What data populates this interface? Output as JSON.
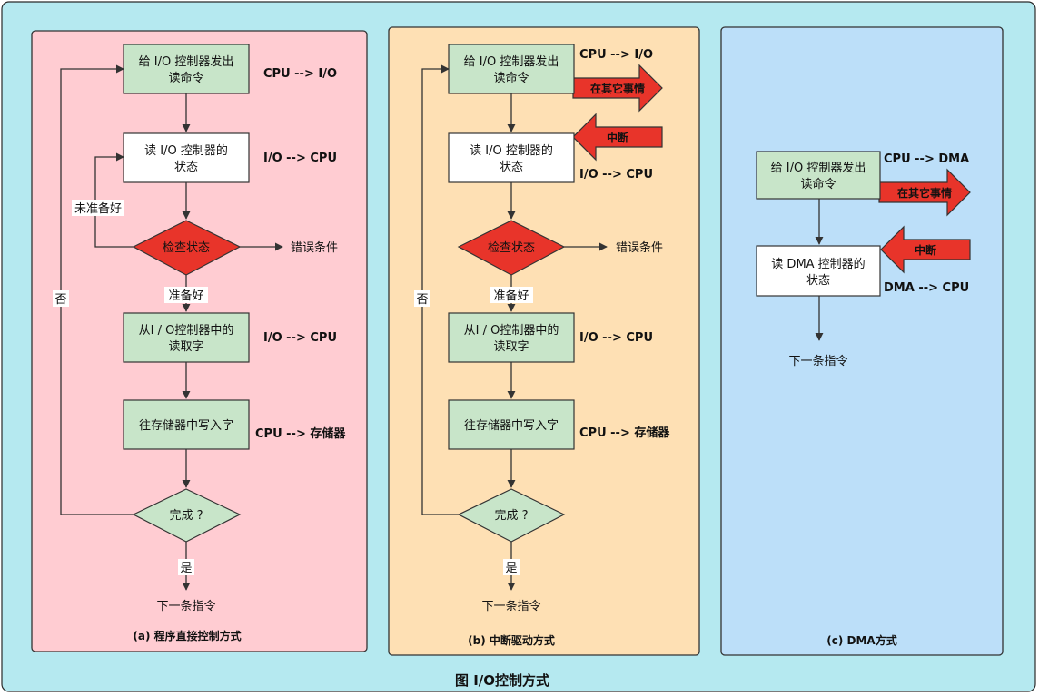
{
  "figure_title": "图 I/O控制方式",
  "colors": {
    "outer_bg": "#b5e9f0",
    "panel_a": "#ffccd2",
    "panel_b": "#fee0b4",
    "panel_c": "#bcdff9",
    "green_box": "#c8e5c9",
    "red": "#e8342a"
  },
  "panel_a": {
    "caption": "(a) 程序直接控制方式",
    "box1": [
      "给 I/O 控制器发出",
      "读命令"
    ],
    "box2": [
      "读 I/O 控制器的",
      "状态"
    ],
    "check": "检查状态",
    "error": "错误条件",
    "not_ready": "未准备好",
    "ready": "准备好",
    "box3": [
      "从I / O控制器中的",
      "读取字"
    ],
    "box4": "往存储器中写入字",
    "done": "完成 ?",
    "no": "否",
    "yes": "是",
    "next": "下一条指令",
    "lbl1": "CPU --> I/O",
    "lbl2": "I/O --> CPU",
    "lbl3": "I/O --> CPU",
    "lbl4": "CPU --> 存储器"
  },
  "panel_b": {
    "caption": "(b) 中断驱动方式",
    "box1": [
      "给 I/O 控制器发出",
      "读命令"
    ],
    "box2": [
      "读 I/O 控制器的",
      "状态"
    ],
    "check": "检查状态",
    "error": "错误条件",
    "ready": "准备好",
    "box3": [
      "从I / O控制器中的",
      "读取字"
    ],
    "box4": "往存储器中写入字",
    "done": "完成 ?",
    "no": "否",
    "yes": "是",
    "next": "下一条指令",
    "lbl1": "CPU --> I/O",
    "lbl2": "I/O --> CPU",
    "lbl3": "I/O --> CPU",
    "lbl4": "CPU --> 存储器",
    "other": "在其它事情",
    "interrupt": "中断"
  },
  "panel_c": {
    "caption": "(c) DMA方式",
    "box1": [
      "给 I/O 控制器发出",
      "读命令"
    ],
    "box2": [
      "读 DMA 控制器的",
      "状态"
    ],
    "lbl1": "CPU --> DMA",
    "lbl2": "DMA --> CPU",
    "other": "在其它事情",
    "interrupt": "中断",
    "next": "下一条指令"
  }
}
